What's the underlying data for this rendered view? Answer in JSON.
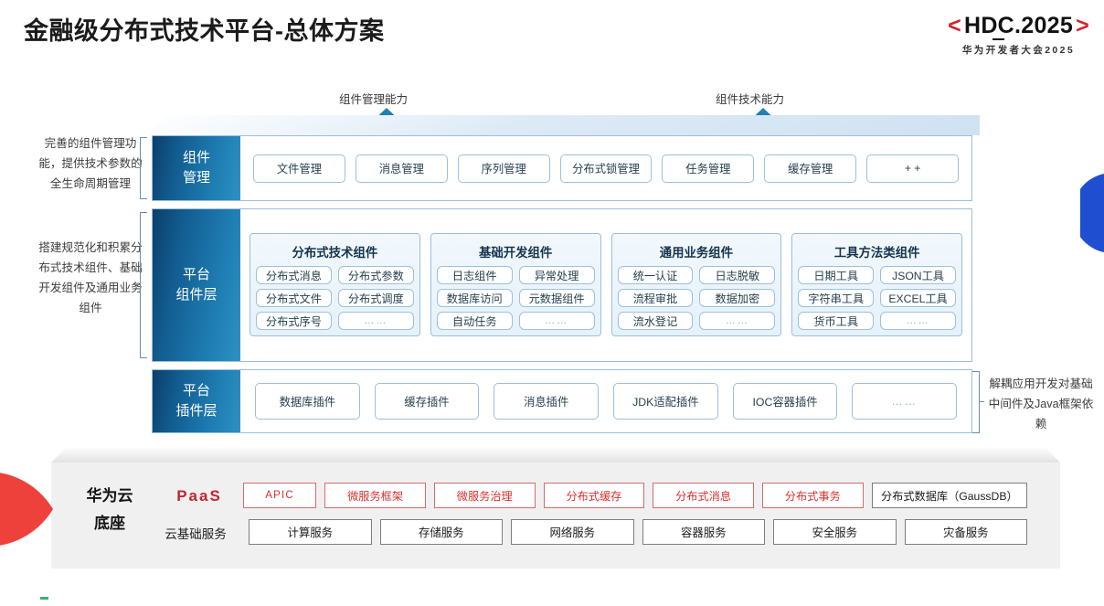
{
  "header": {
    "title": "金融级分布式技术平台-总体方案",
    "logo": {
      "left_bracket": "<",
      "right_bracket": ">",
      "main": "HDC.2025",
      "sub": "华为开发者大会2025",
      "bracket_color": "#d6232c",
      "text_color": "#111111"
    }
  },
  "flow_captions": [
    {
      "label": "组件管理能力",
      "icon": "up-arrow-icon"
    },
    {
      "label": "组件技术能力",
      "icon": "up-arrow-icon"
    }
  ],
  "annotations": {
    "left": [
      "完善的组件管理功能，提供技术参数的全生命周期管理",
      "搭建规范化和积累分布式技术组件、基础开发组件及通用业务组件"
    ],
    "right": "解耦应用开发对基础中间件及Java框架依赖"
  },
  "rows": {
    "component_management": {
      "label": "组件\n管理",
      "label_line1": "组件",
      "label_line2": "管理",
      "items": [
        "文件管理",
        "消息管理",
        "序列管理",
        "分布式锁管理",
        "任务管理",
        "缓存管理",
        "+ +"
      ]
    },
    "platform_component_layer": {
      "label_line1": "平台",
      "label_line2": "组件层",
      "groups": [
        {
          "title": "分布式技术组件",
          "items": [
            "分布式消息",
            "分布式参数",
            "分布式文件",
            "分布式调度",
            "分布式序号",
            "……"
          ]
        },
        {
          "title": "基础开发组件",
          "items": [
            "日志组件",
            "异常处理",
            "数据库访问",
            "元数据组件",
            "自动任务",
            "……"
          ]
        },
        {
          "title": "通用业务组件",
          "items": [
            "统一认证",
            "日志脱敏",
            "流程审批",
            "数据加密",
            "流水登记",
            "……"
          ]
        },
        {
          "title": "工具方法类组件",
          "items": [
            "日期工具",
            "JSON工具",
            "字符串工具",
            "EXCEL工具",
            "货币工具",
            "……"
          ]
        }
      ]
    },
    "platform_plugin_layer": {
      "label_line1": "平台",
      "label_line2": "插件层",
      "items": [
        "数据库插件",
        "缓存插件",
        "消息插件",
        "JDK适配插件",
        "IOC容器插件",
        "……"
      ]
    }
  },
  "base": {
    "title_line1": "华为云",
    "title_line2": "底座",
    "paas_tag": "PaaS",
    "cloud_tag": "云基础服务",
    "paas_items": [
      "APIC",
      "微服务框架",
      "微服务治理",
      "分布式缓存",
      "分布式消息",
      "分布式事务"
    ],
    "paas_db_item": "分布式数据库（GaussDB）",
    "cloud_items": [
      "计算服务",
      "存储服务",
      "网络服务",
      "容器服务",
      "安全服务",
      "灾备服务"
    ],
    "accent_red": "#d6312e",
    "accent_grey": "#7d7d7d"
  },
  "decorations": {
    "red_wedge": "red-wedge-shape",
    "blue_blob": "blue-blob-shape",
    "green_tick": "green-tick-mark",
    "blue_accent": "#1f4fd0",
    "red_accent": "#ef413c"
  }
}
